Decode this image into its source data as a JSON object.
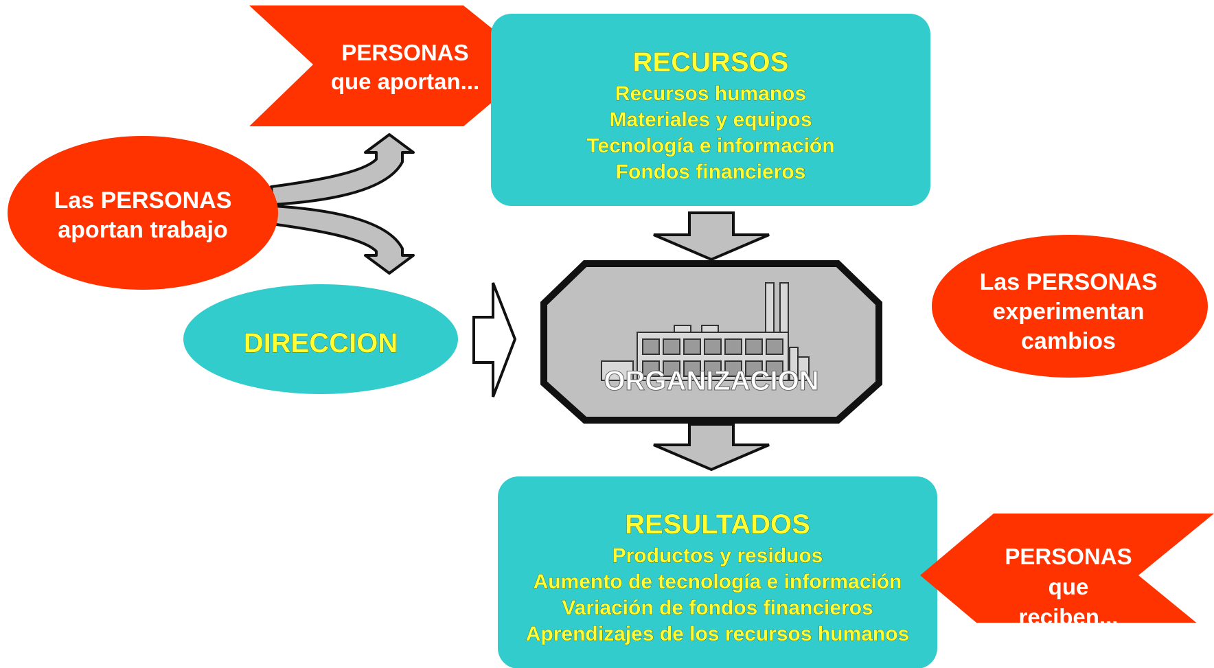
{
  "colors": {
    "red": "#ff3300",
    "teal": "#33cccc",
    "yellow": "#ffff33",
    "gray": "#c0c0c0",
    "outline": "#111111"
  },
  "icons": {
    "factory": "factory-icon",
    "arrows": [
      "split-arrow-icon",
      "down-arrow-icon",
      "right-arrow-icon"
    ]
  },
  "personas_aportan": {
    "line1": "PERSONAS",
    "line2": "que aportan..."
  },
  "personas_trabajo": {
    "line1": "Las PERSONAS",
    "line2": "aportan trabajo"
  },
  "direccion": {
    "label": "DIRECCION"
  },
  "recursos": {
    "title": "RECURSOS",
    "items": [
      "Recursos humanos",
      "Materiales y equipos",
      "Tecnología e información",
      "Fondos financieros"
    ]
  },
  "organizacion": {
    "label": "ORGANIZACION"
  },
  "personas_cambios": {
    "line1": "Las PERSONAS",
    "line2": "experimentan",
    "line3": "cambios"
  },
  "resultados": {
    "title": "RESULTADOS",
    "items": [
      "Productos y residuos",
      "Aumento de tecnología e información",
      "Variación de fondos financieros",
      "Aprendizajes de los recursos humanos"
    ]
  },
  "personas_reciben": {
    "line1": "PERSONAS",
    "line2": "que",
    "line3": "reciben..."
  }
}
